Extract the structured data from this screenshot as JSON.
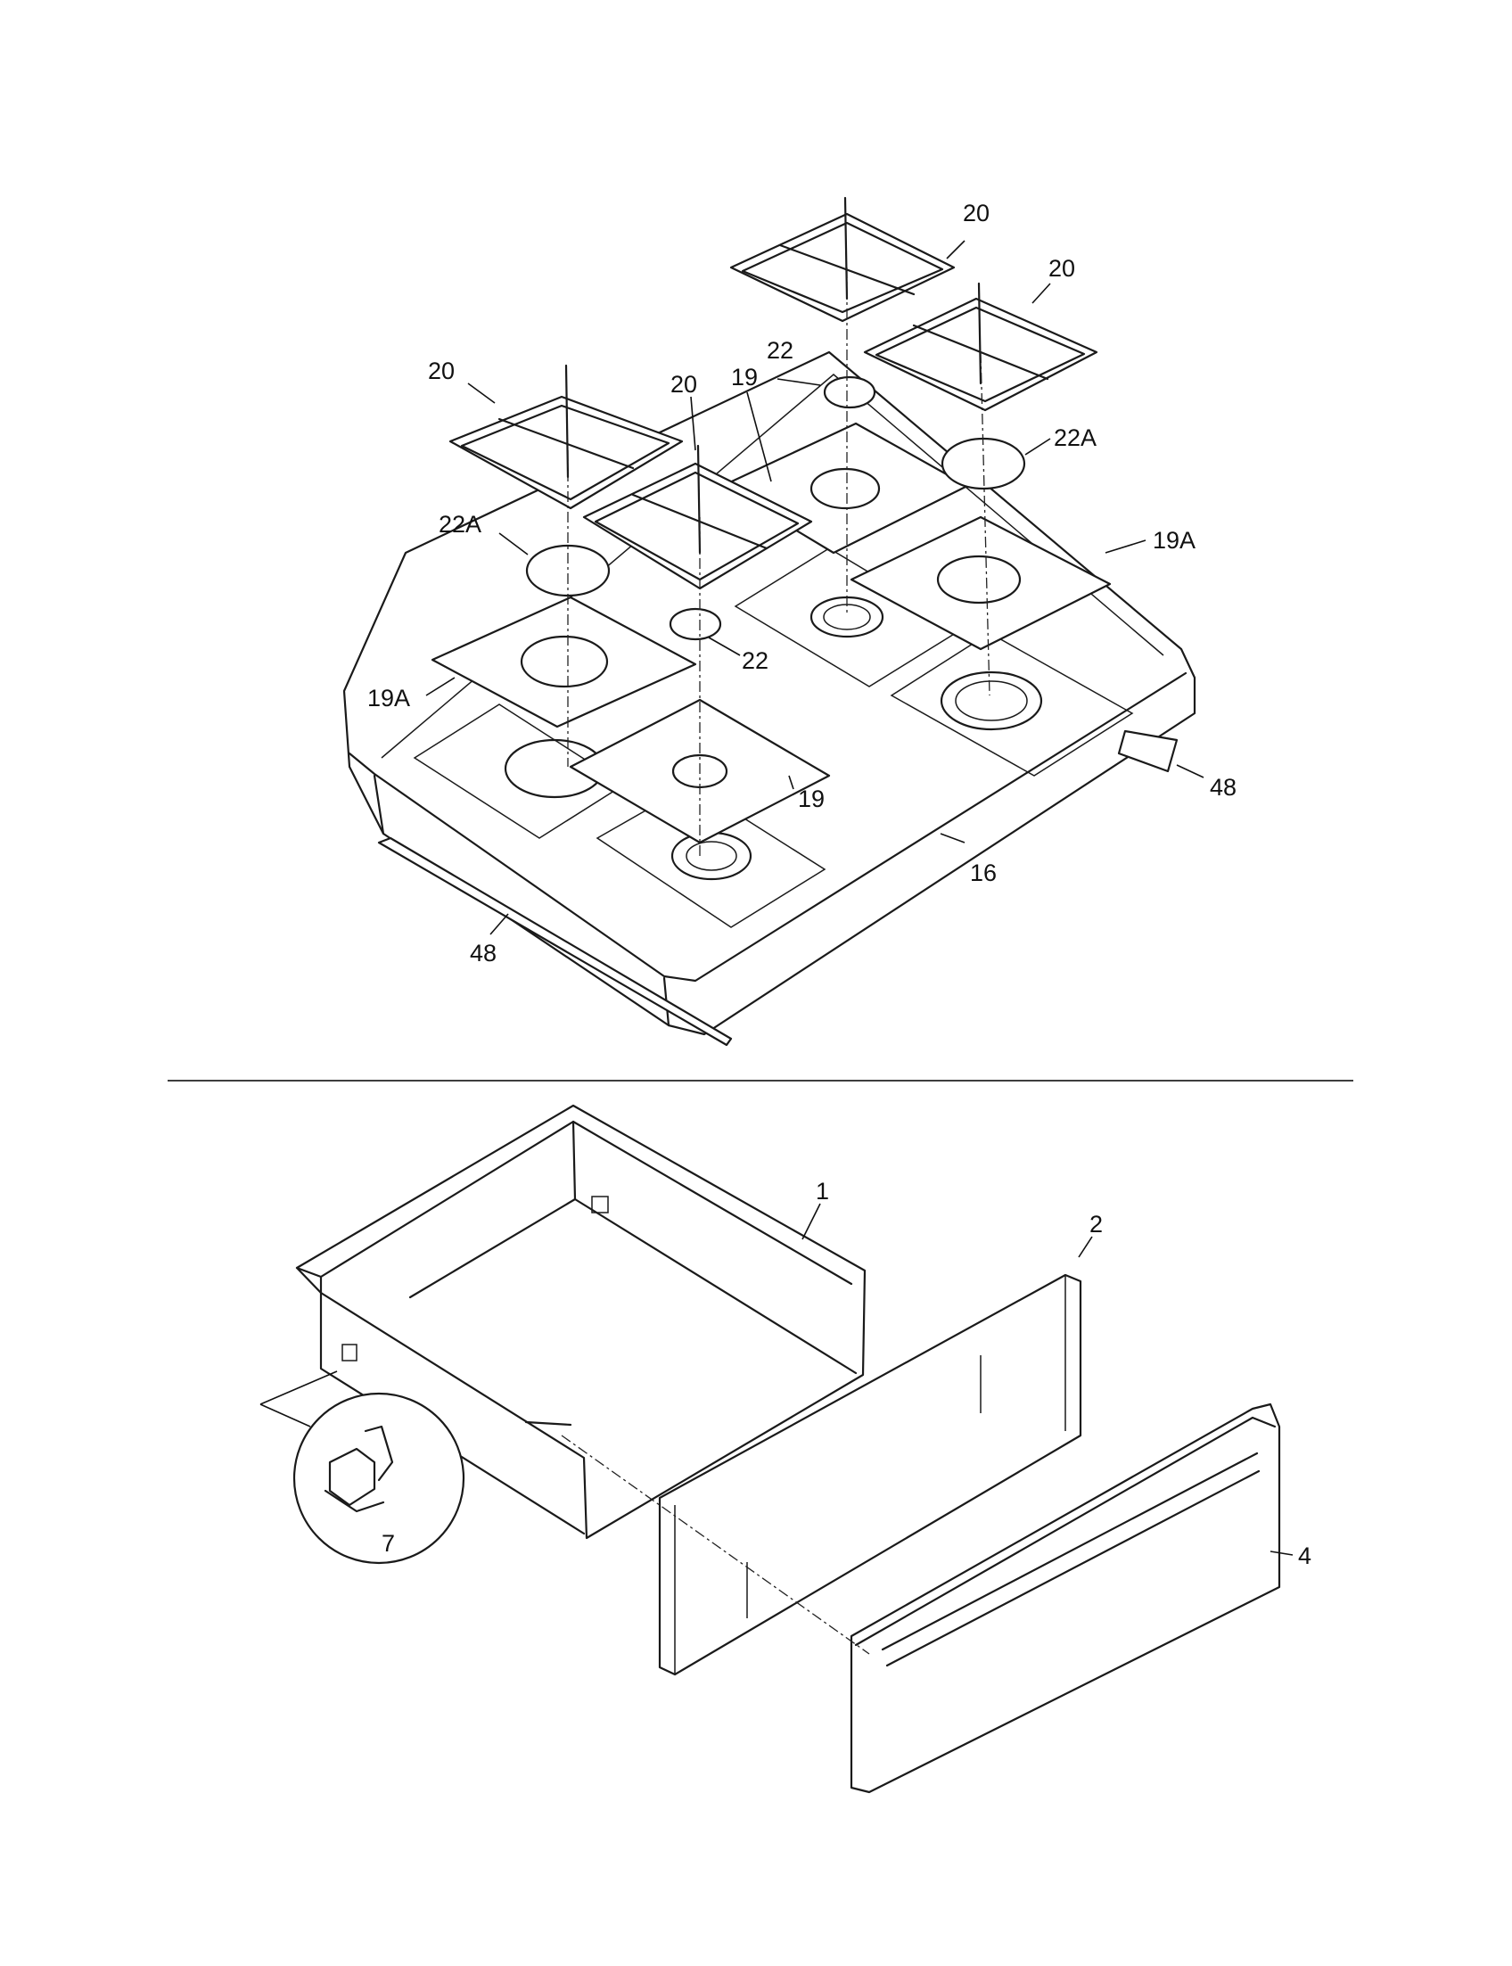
{
  "callouts": {
    "grate_a": "20",
    "grate_b": "20",
    "grate_c": "20",
    "grate_d": "20",
    "cap_small_top": "22",
    "cap_small_front": "22",
    "cap_large_right": "22A",
    "cap_large_left": "22A",
    "ring_19_top": "19",
    "ring_19_front": "19",
    "ring_19a_right": "19A",
    "ring_19a_left": "19A",
    "cooktop": "16",
    "trim_right": "48",
    "trim_left": "48",
    "drawer_body": "1",
    "drawer_front_frame": "2",
    "drawer_panel": "4",
    "drawer_stop_detail": "7"
  }
}
